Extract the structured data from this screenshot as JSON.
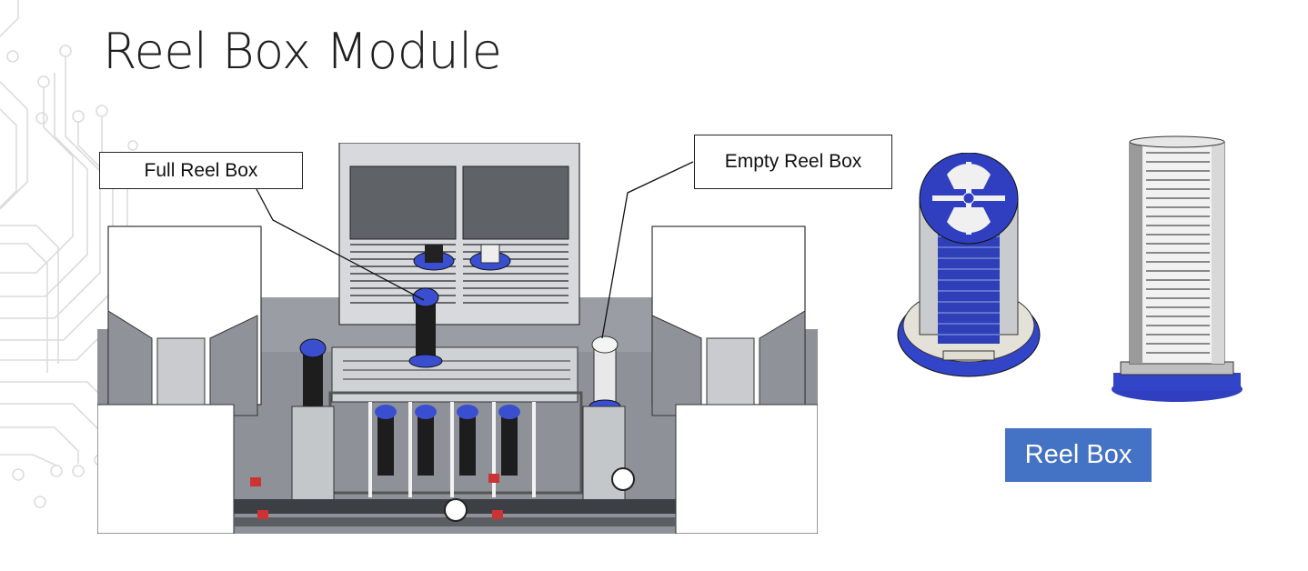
{
  "slide": {
    "title": "Reel Box Module"
  },
  "callouts": {
    "full_reel_box": "Full Reel Box",
    "empty_reel_box": "Empty Reel Box"
  },
  "badge": {
    "label": "Reel Box",
    "color": "#4472c4"
  },
  "colors": {
    "reel_blue": "#2f3fbf",
    "machine_gray": "#8c9096",
    "frame_white": "#ffffff",
    "circuit_decoration": "#d9d9d9"
  }
}
